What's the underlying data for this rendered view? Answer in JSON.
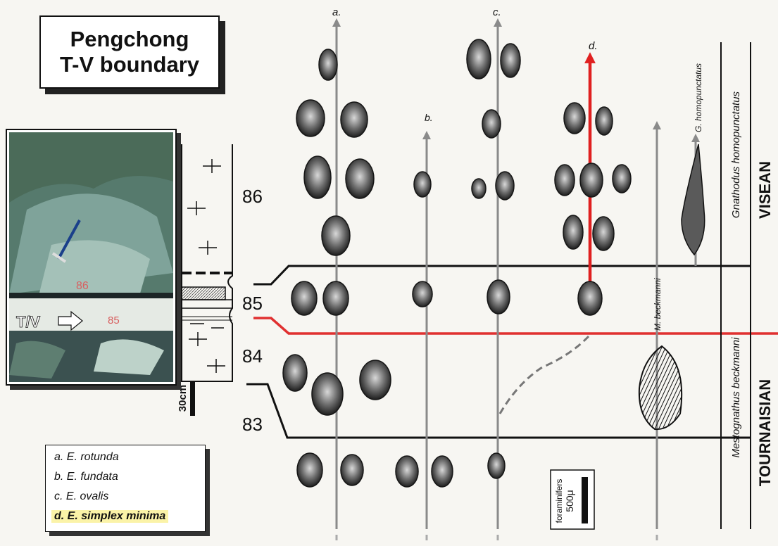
{
  "title": {
    "line1": "Pengchong",
    "line2": "T-V boundary"
  },
  "photo": {
    "marker_upper": "86",
    "marker_lower": "85",
    "arrow_label": "T/V"
  },
  "section": {
    "bed_86": "86",
    "bed_85": "85",
    "bed_84": "84",
    "bed_83": "83",
    "scale_label": "30cm"
  },
  "lineages": {
    "a": "a.",
    "b": "b.",
    "c": "c.",
    "d": "d."
  },
  "conodonts": {
    "homopunctatus_arrow": "G. homopunctatus",
    "beckmanni_arrow": "M. beckmanni",
    "upper_zone": "Gnathodus homopunctatus",
    "lower_zone": "Mestognathus beckmanni"
  },
  "stages": {
    "upper": "VISEAN",
    "lower": "TOURNAISIAN"
  },
  "scale_bar": {
    "line1": "foraminifers",
    "line2": "500μ"
  },
  "legend": {
    "a": "a. E. rotunda",
    "b": "b. E. fundata",
    "c": "c. E. ovalis",
    "d": "d. E. simplex minima"
  },
  "colors": {
    "boundary_red": "#d62a2a",
    "arrow_gray": "#7a7a7a",
    "ink": "#111111",
    "highlight": "#fbf3a8"
  }
}
